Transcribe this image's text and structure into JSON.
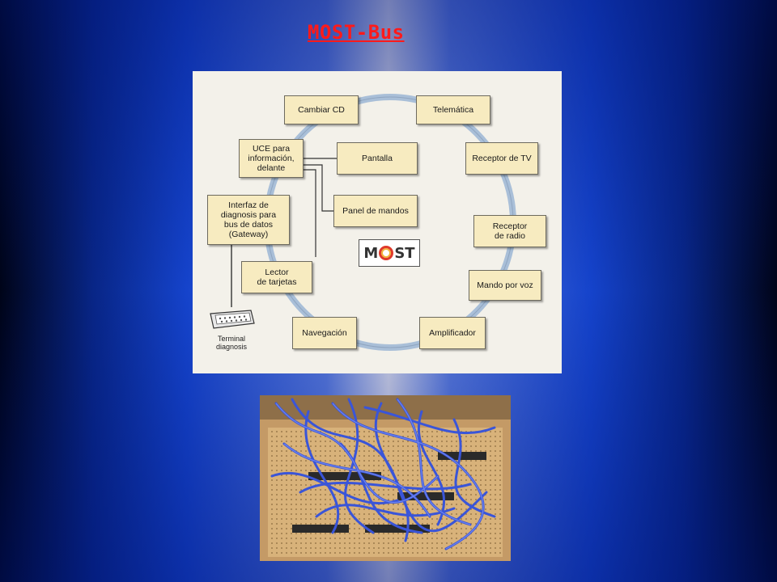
{
  "slide": {
    "title": "MOST-Bus"
  },
  "diagram": {
    "nodes": {
      "cambiar_cd": "Cambiar CD",
      "telematica": "Telemática",
      "uce": "UCE para\ninformación,\ndelante",
      "pantalla": "Pantalla",
      "receptor_tv": "Receptor de TV",
      "interfaz": "Interfaz de\ndiagnosis para\nbus de datos\n(Gateway)",
      "panel_mandos": "Panel de mandos",
      "receptor_radio": "Receptor\nde radio",
      "lector": "Lector\nde tarjetas",
      "mando_voz": "Mando por voz",
      "navegacion": "Navegación",
      "amplificador": "Amplificador"
    },
    "terminal_label": "Terminal\ndiagnosis",
    "logo": "MOST"
  },
  "colors": {
    "title": "#ff1a1a",
    "node_fill": "#f7ebc0",
    "ring": "#a9bfd8",
    "panel": "#f3f1ea"
  }
}
